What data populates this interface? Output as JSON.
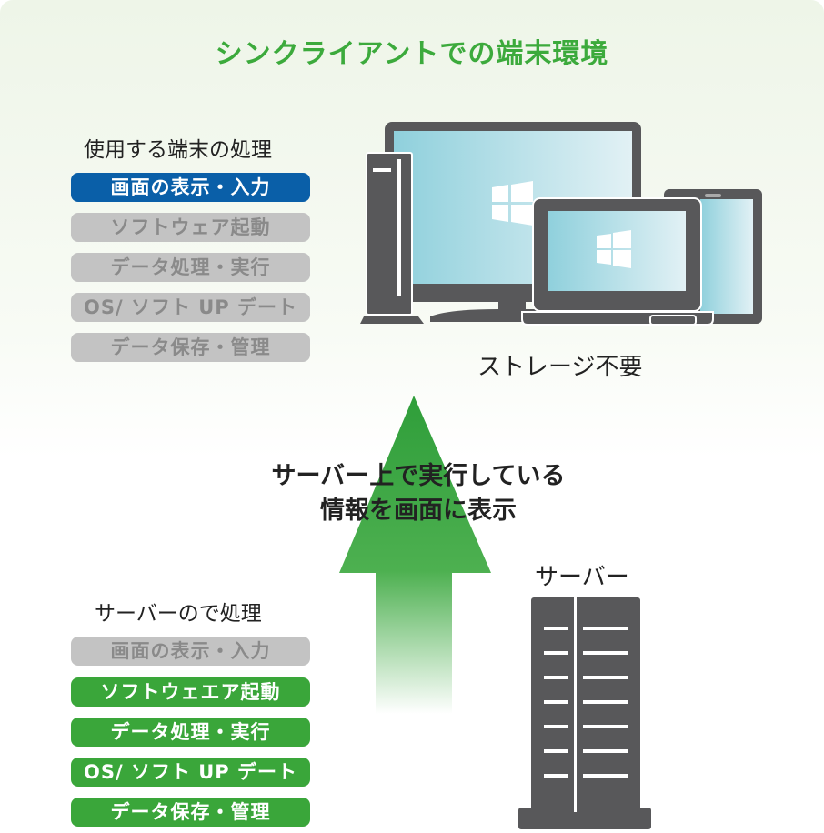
{
  "title": "シンクライアントでの端末環境",
  "client": {
    "heading": "使用する端末の処理",
    "items": [
      {
        "label": "画面の表示・入力",
        "state": "active"
      },
      {
        "label": "ソフトウェア起動",
        "state": "inactive"
      },
      {
        "label": "データ処理・実行",
        "state": "inactive"
      },
      {
        "label": "OS/ ソフト UP デート",
        "state": "inactive"
      },
      {
        "label": "データ保存・管理",
        "state": "inactive"
      }
    ],
    "devices_caption": "ストレージ不要"
  },
  "arrow_text": [
    "サーバー上で実行している",
    "情報を画面に表示"
  ],
  "server": {
    "heading": "サーバーので処理",
    "icon_label": "サーバー",
    "items": [
      {
        "label": "画面の表示・入力",
        "state": "inactive"
      },
      {
        "label": "ソフトウェエア起動",
        "state": "active"
      },
      {
        "label": "データ処理・実行",
        "state": "active"
      },
      {
        "label": "OS/ ソフト UP デート",
        "state": "active"
      },
      {
        "label": "データ保存・管理",
        "state": "active"
      }
    ]
  },
  "colors": {
    "title": "#3caa3c",
    "client_active": "#0a5fa8",
    "server_active": "#3aa63a",
    "inactive": "#c3c3c3",
    "device": "#58585a"
  }
}
